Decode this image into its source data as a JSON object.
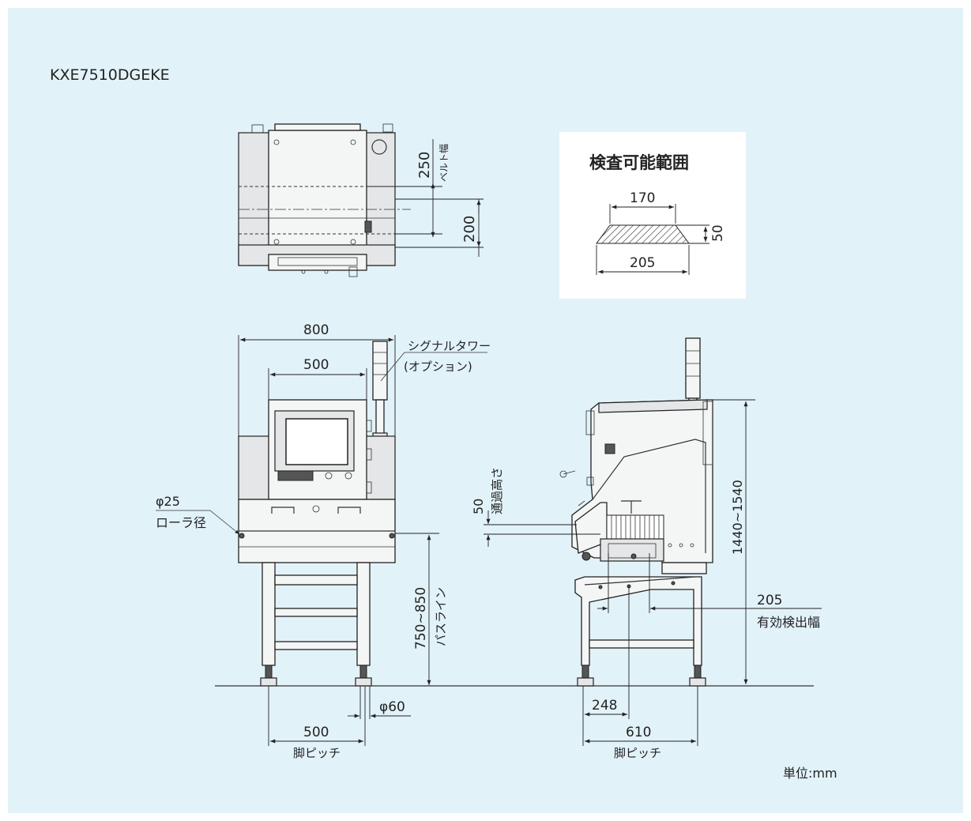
{
  "model": "KXE7510DGEKE",
  "inspection_range": {
    "title": "検査可能範囲",
    "top_width": "170",
    "height": "50",
    "bottom_width": "205"
  },
  "top_view": {
    "belt_width": "250",
    "belt_width_label": "ベルト幅",
    "dim_200": "200"
  },
  "front_view": {
    "width_800": "800",
    "width_500": "500",
    "signal_tower": "シグナルタワー",
    "signal_tower_option": "(オプション)",
    "roller_dia": "φ25",
    "roller_label": "ローラ径",
    "pass_line": "750~850",
    "pass_line_label": "パスライン",
    "foot_dia": "φ60",
    "leg_pitch": "500",
    "leg_pitch_label": "脚ピッチ"
  },
  "side_view": {
    "pass_height": "50",
    "pass_height_label": "通過高さ",
    "total_height": "1440~1540",
    "effective_width": "205",
    "effective_width_label": "有効検出幅",
    "dim_248": "248",
    "leg_pitch": "610",
    "leg_pitch_label": "脚ピッチ"
  },
  "unit": "単位:mm"
}
